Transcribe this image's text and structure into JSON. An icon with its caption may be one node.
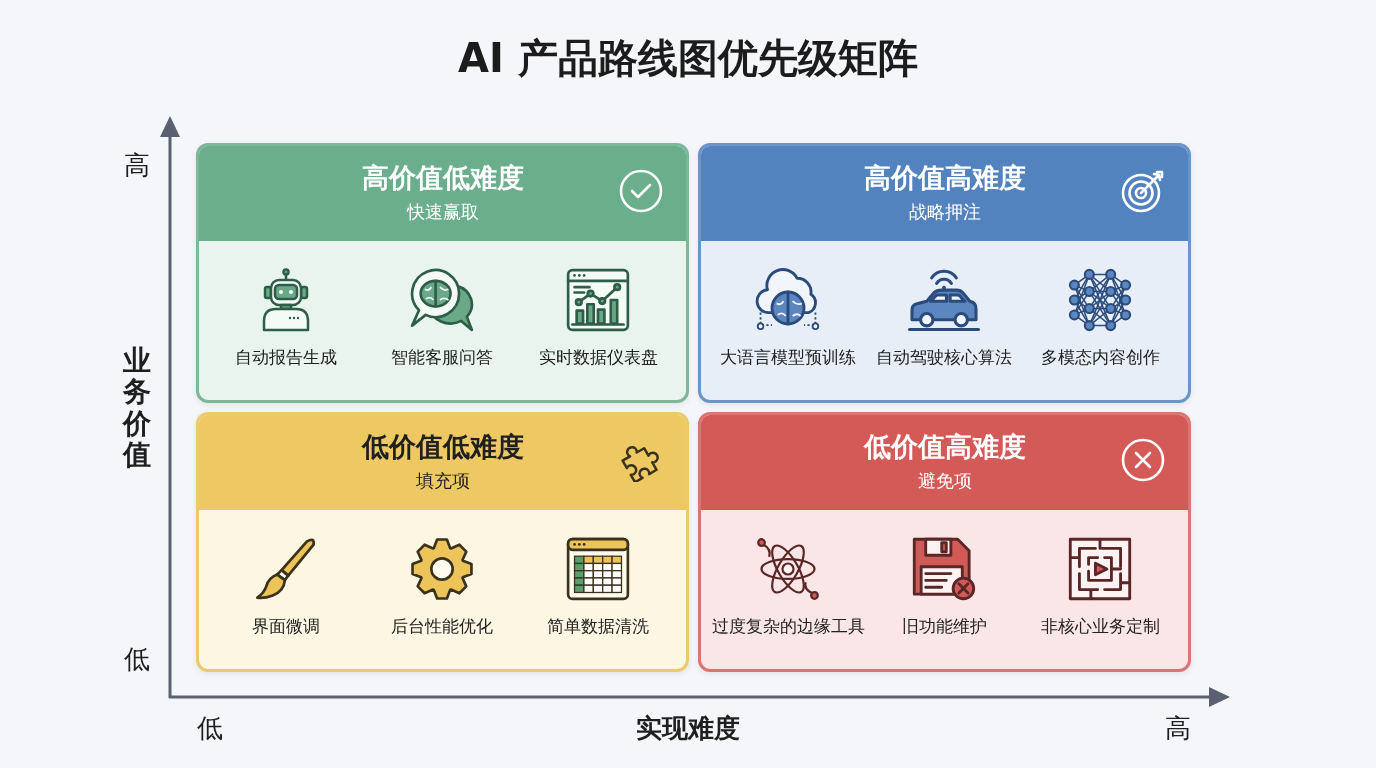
{
  "diagram": {
    "title": "AI 产品路线图优先级矩阵",
    "nodes": [
      {
        "text": [
          "高价值低难度",
          "快速赢取"
        ]
      },
      {
        "text": [
          "自动报告生成"
        ],
        "in": 0
      },
      {
        "text": [
          "智能客服问答"
        ],
        "in": 0
      },
      {
        "text": [
          "实时数据仪表盘"
        ],
        "in": 0
      },
      {
        "text": [
          "高价值高难度",
          "战略押注"
        ]
      },
      {
        "text": [
          "大语言模型预训练"
        ],
        "in": 4
      },
      {
        "text": [
          "自动驾驶核心算法"
        ],
        "in": 4
      },
      {
        "text": [
          "多模态内容创作"
        ],
        "in": 4
      },
      {
        "text": [
          "低价值低难度",
          "填充项"
        ]
      },
      {
        "text": [
          "界面微调"
        ],
        "in": 8
      },
      {
        "text": [
          "后台性能优化"
        ],
        "in": 8
      },
      {
        "text": [
          "简单数据清洗"
        ],
        "in": 8
      },
      {
        "text": [
          "低价值高难度",
          "避免项"
        ]
      },
      {
        "text": [
          "过度复杂的边缘工具"
        ],
        "in": 12
      },
      {
        "text": [
          "旧功能维护"
        ],
        "in": 12
      },
      {
        "text": [
          "非核心业务定制"
        ],
        "in": 12
      }
    ],
    "labels": [
      "高",
      "业务价值",
      "低",
      "低",
      "实现难度",
      "高"
    ]
  }
}
